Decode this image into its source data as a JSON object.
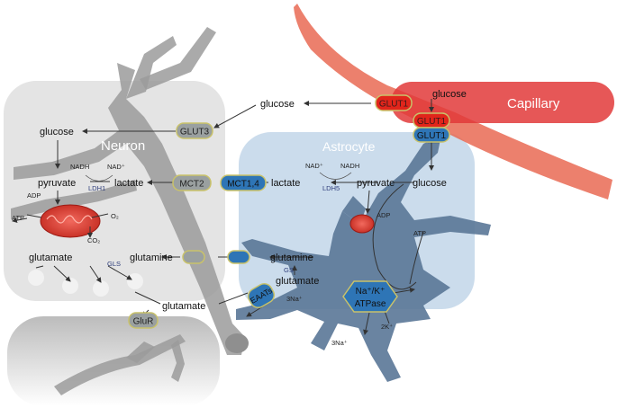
{
  "compartments": {
    "neuron": "Neuron",
    "astrocyte": "Astrocyte",
    "capillary": "Capillary"
  },
  "transporters": {
    "glut1_capillary": "GLUT1",
    "glut1_upper": "GLUT1",
    "glut1_lower": "GLUT1",
    "glut3": "GLUT3",
    "mct2": "MCT2",
    "mct14": "MCT1,4",
    "eaats": "EAATs",
    "glur": "GluR",
    "nak_atpase_line1": "Na⁺/K⁺",
    "nak_atpase_line2": "ATPase"
  },
  "metabolites": {
    "glucose_capillary": "glucose",
    "glucose_extracellular": "glucose",
    "glucose_neuron": "glucose",
    "glucose_astrocyte": "glucose",
    "pyruvate_neuron": "pyruvate",
    "pyruvate_astrocyte": "pyruvate",
    "lactate_neuron": "lactate",
    "lactate_extracellular": "lactate",
    "glutamine_neuron": "glutamine",
    "glutamine_astrocyte": "glutamine",
    "glutamate_neuron": "glutamate",
    "glutamate_synapse": "glutamate",
    "glutamate_astrocyte": "glutamate"
  },
  "cofactors": {
    "nadh_neuron": "NADH",
    "nad_neuron": "NAD⁺",
    "nad_astrocyte": "NAD⁺",
    "nadh_astrocyte": "NADH",
    "adp_neuron": "ADP",
    "atp_neuron": "ATP",
    "o2_neuron": "O₂",
    "co2_neuron": "CO₂",
    "adp_astrocyte": "ADP",
    "atp_astrocyte": "ATP",
    "na3_eaat": "3Na⁺",
    "na3_pump": "3Na⁺",
    "k2_pump": "2K⁺"
  },
  "enzymes": {
    "ldh1": "LDH1",
    "ldh5": "LDH5",
    "gls": "GLS",
    "gs": "GS"
  },
  "colors": {
    "neuron_box": "#e3e3e3",
    "neuron_cell": "#9b9b9b",
    "astrocyte_box": "#c5d8ea",
    "astrocyte_cell": "#5a7797",
    "capillary": "#e05a4e",
    "transporter_grey": "#9aa0a0",
    "transporter_blue": "#2e75b6",
    "transporter_red": "#e1251b",
    "outline_yellow": "#c9c26a",
    "enzyme_text": "#2e3d7a"
  }
}
